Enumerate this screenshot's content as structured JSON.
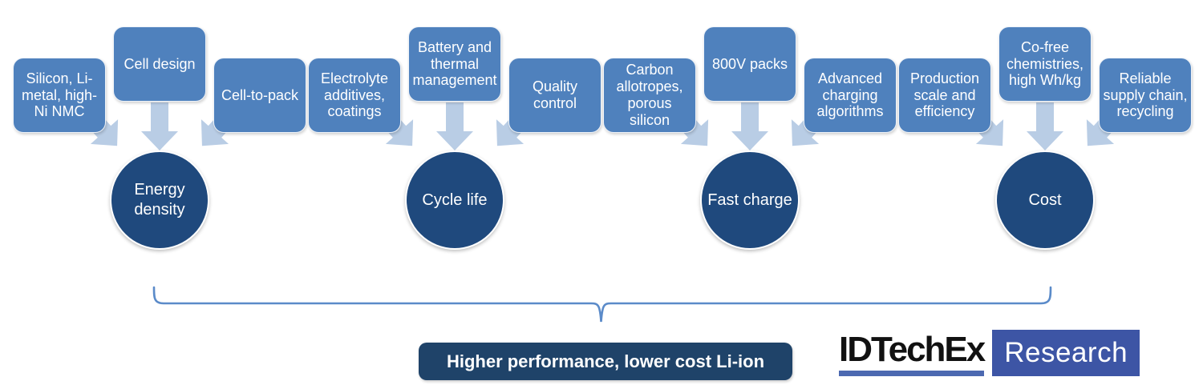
{
  "colors": {
    "factor_box": "#4F81BD",
    "outcome_circle": "#1F497D",
    "arrow": "#B9CDE5",
    "brace": "#5B8BC9",
    "banner_bg": "#1F4369",
    "research_bg": "#3D55A5",
    "logo_underline": "#4C69B1",
    "brand_text": "#111111"
  },
  "diagram": {
    "groups": [
      {
        "outcome": "Energy density",
        "factors": [
          "Silicon, Li-metal, high-Ni NMC",
          "Cell design",
          "Cell-to-pack"
        ]
      },
      {
        "outcome": "Cycle life",
        "factors": [
          "Electrolyte additives, coatings",
          "Battery and thermal management",
          "Quality control"
        ]
      },
      {
        "outcome": "Fast charge",
        "factors": [
          "Carbon allotropes, porous silicon",
          "800V packs",
          "Advanced charging algorithms"
        ]
      },
      {
        "outcome": "Cost",
        "factors": [
          "Production scale and efficiency",
          "Co-free chemistries, high Wh/kg",
          "Reliable supply chain, recycling"
        ]
      }
    ],
    "banner_label": "Higher performance, lower cost Li-ion"
  },
  "logo": {
    "brand": "IDTechEx",
    "division": "Research"
  }
}
